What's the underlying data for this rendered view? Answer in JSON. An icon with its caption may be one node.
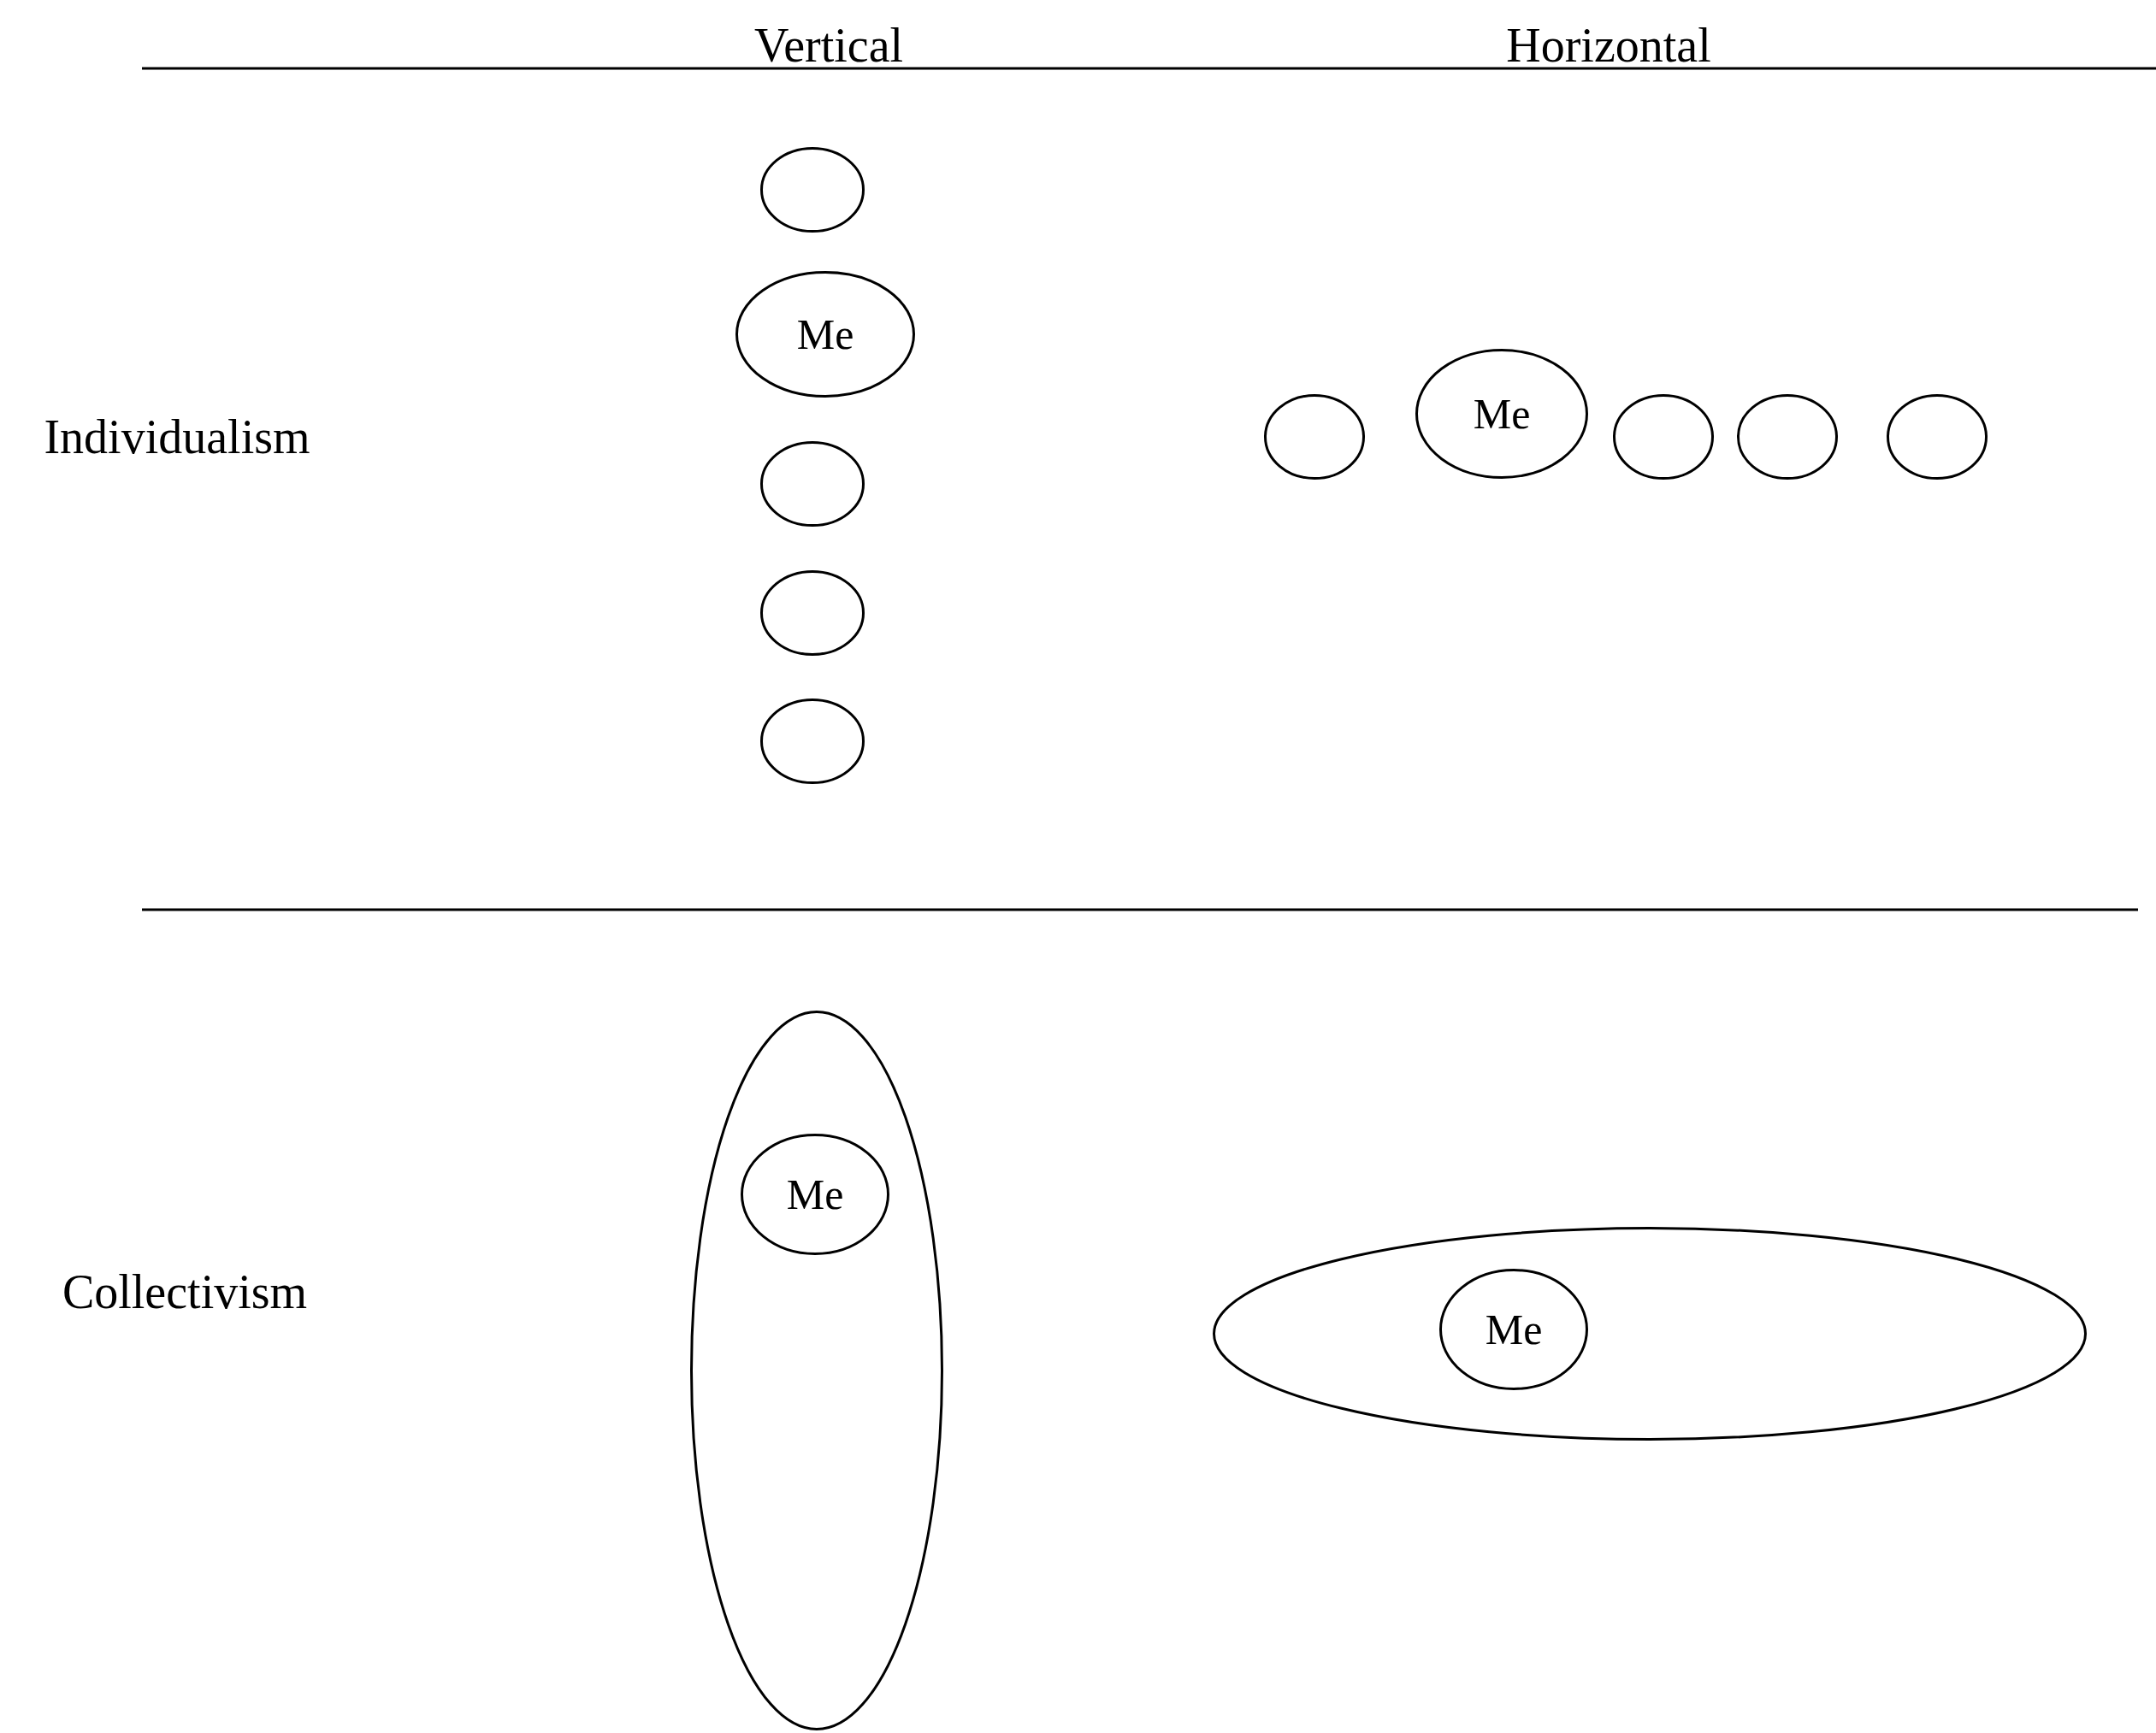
{
  "diagram": {
    "nodes": [
      {
        "text": [],
        "shape": "ellipse"
      },
      {
        "text": [
          "Me"
        ]
      },
      {
        "text": [],
        "shape": "ellipse"
      },
      {
        "text": [],
        "shape": "ellipse"
      },
      {
        "text": [],
        "shape": "ellipse"
      },
      {
        "text": [],
        "shape": "ellipse"
      },
      {
        "text": [
          "Me"
        ]
      },
      {
        "text": [],
        "shape": "ellipse"
      },
      {
        "text": [],
        "shape": "ellipse"
      },
      {
        "text": [],
        "shape": "ellipse"
      },
      {
        "text": [],
        "shape": "ellipse"
      },
      {
        "text": [
          "Me"
        ],
        "in": 10
      },
      {
        "text": [],
        "shape": "ellipse"
      },
      {
        "text": [
          "Me"
        ],
        "in": 12
      }
    ],
    "labels": [
      "Vertical",
      "Horizontal",
      "Individualism",
      "Collectivism"
    ]
  }
}
